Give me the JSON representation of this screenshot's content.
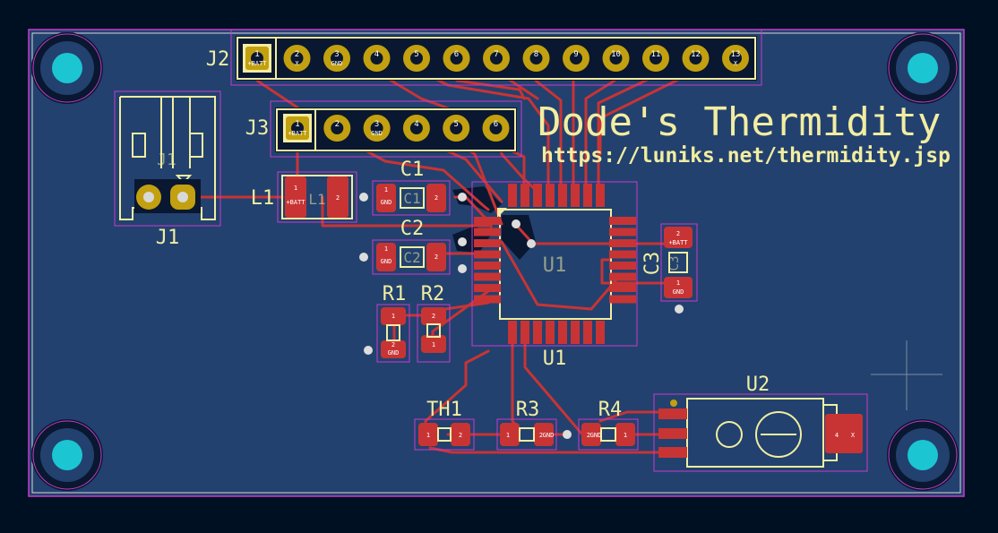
{
  "colors": {
    "background": "#001023",
    "board": "#22416f",
    "copper": "#c83434",
    "silkscreen": "#f2eda1",
    "courtyard": "#c83cc8",
    "edge": "#d8d8d8",
    "mount_hole": "#1cc5d2",
    "pad_gold": "#c2a010"
  },
  "title": {
    "line1": "Dode's Thermidity",
    "line2": "https://luniks.net/thermidity.jsp"
  },
  "refs": {
    "J1": "J1",
    "J2": "J2",
    "J3": "J3",
    "L1": "L1",
    "C1": "C1",
    "C2": "C2",
    "C3": "C3",
    "R1": "R1",
    "R2": "R2",
    "R3": "R3",
    "R4": "R4",
    "TH1": "TH1",
    "U1": "U1",
    "U2": "U2"
  },
  "j2_pins": [
    {
      "num": "1",
      "net": "+BATT"
    },
    {
      "num": "2",
      "net": "X"
    },
    {
      "num": "3",
      "net": "GND"
    },
    {
      "num": "4",
      "net": ""
    },
    {
      "num": "5",
      "net": ""
    },
    {
      "num": "6",
      "net": ""
    },
    {
      "num": "7",
      "net": ""
    },
    {
      "num": "8",
      "net": ""
    },
    {
      "num": "9",
      "net": ""
    },
    {
      "num": "10",
      "net": ""
    },
    {
      "num": "11",
      "net": ""
    },
    {
      "num": "12",
      "net": ""
    },
    {
      "num": "13",
      "net": "X"
    }
  ],
  "j3_pins": [
    {
      "num": "1",
      "net": "+BATT"
    },
    {
      "num": "2",
      "net": ""
    },
    {
      "num": "3",
      "net": "GND"
    },
    {
      "num": "4",
      "net": ""
    },
    {
      "num": "5",
      "net": ""
    },
    {
      "num": "6",
      "net": ""
    }
  ],
  "pads": {
    "l1_1": "1",
    "l1_1_net": "+BATT",
    "l1_2": "2",
    "c1_1": "1",
    "c1_gnd": "GND",
    "c1_2": "2",
    "c2_1": "1",
    "c2_gnd": "GND",
    "c2_2": "2",
    "c3_2": "2",
    "c3_batt": "+BATT",
    "c3_1": "1",
    "c3_gnd": "GND",
    "r1_1": "1",
    "r1_2": "2",
    "r1_gnd": "GND",
    "r2_2": "2",
    "r2_1": "1",
    "th1_1": "1",
    "th1_2": "2",
    "r3_1": "1",
    "r3_2": "2",
    "r3_gnd": "GND",
    "r4_2": "2",
    "r4_gnd": "GND",
    "r4_1": "1",
    "u2_4": "4",
    "u2_x": "X"
  }
}
